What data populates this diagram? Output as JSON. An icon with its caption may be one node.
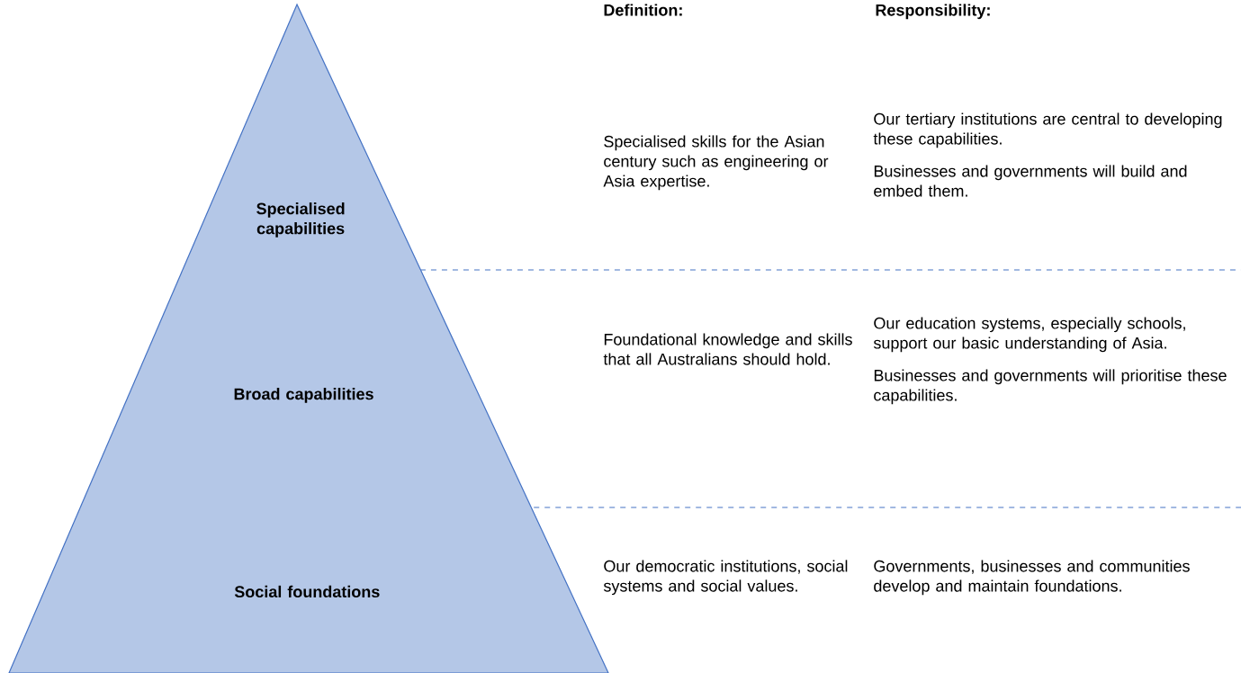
{
  "diagram": {
    "nodes": [
      {
        "text": [
          "Specialised capabilities"
        ]
      },
      {
        "text": [
          "Broad capabilities"
        ]
      },
      {
        "text": [
          "Social foundations"
        ]
      }
    ],
    "labels": [
      "Definition:",
      "Responsibility:",
      "Specialised skills for the Asian century such as engineering or Asia expertise.",
      "Our tertiary institutions are central to developing these capabilities.",
      "Businesses and governments will build and embed them.",
      "Foundational knowledge and skills that all Australians should hold.",
      "Our education systems, especially schools, support our basic understanding of Asia.",
      "Businesses and governments will prioritise these capabilities.",
      "Our democratic institutions, social systems and social values.",
      "Governments, businesses and communities develop and maintain foundations."
    ]
  }
}
